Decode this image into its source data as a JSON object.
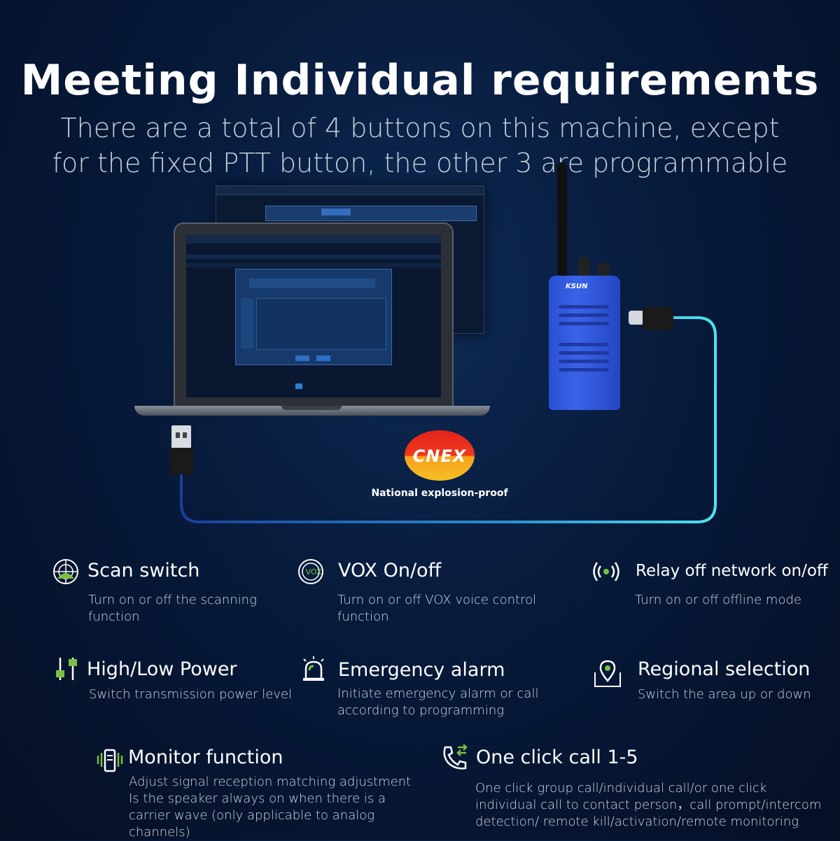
{
  "headline": {
    "title": "Meeting Individual requirements",
    "subtitle": "There are a total of 4 buttons on this machine, except for the fixed PTT button, the other 3 are programmable keys"
  },
  "hero": {
    "radio_brand": "KSUN",
    "badge_logo_text": "CNEX",
    "badge_caption": "National explosion-proof"
  },
  "features": [
    {
      "title": "Scan switch",
      "description": "Turn on or off the scanning function",
      "icon": "scan-icon"
    },
    {
      "title": "VOX On/off",
      "description": "Turn on or off VOX voice control function",
      "icon": "vox-icon",
      "icon_text": "VOX"
    },
    {
      "title": "Relay off network on/off",
      "description": "Turn on or off offline mode",
      "icon": "signal-icon"
    },
    {
      "title": "High/Low Power",
      "description": "Switch transmission power level",
      "icon": "power-level-icon"
    },
    {
      "title": "Emergency alarm",
      "description": "Initiate emergency alarm or call according to programming",
      "icon": "alarm-icon"
    },
    {
      "title": "Regional selection",
      "description": "Switch the area up or down",
      "icon": "location-icon"
    },
    {
      "title": "Monitor function",
      "description": "Adjust signal reception matching adjustment Is the speaker always on when there is a carrier wave (only applicable to analog channels)",
      "icon": "monitor-icon"
    },
    {
      "title": "One click call 1-5",
      "description": "One click group call/individual call/or one click individual call to contact person，call prompt/intercom detection/ remote kill/activation/remote monitoring",
      "icon": "call-icon"
    }
  ],
  "colors": {
    "background": "#071a3a",
    "cable_glow": "#3fd9e8",
    "radio_blue": "#2f57dd",
    "icon_green": "#7bc043"
  }
}
